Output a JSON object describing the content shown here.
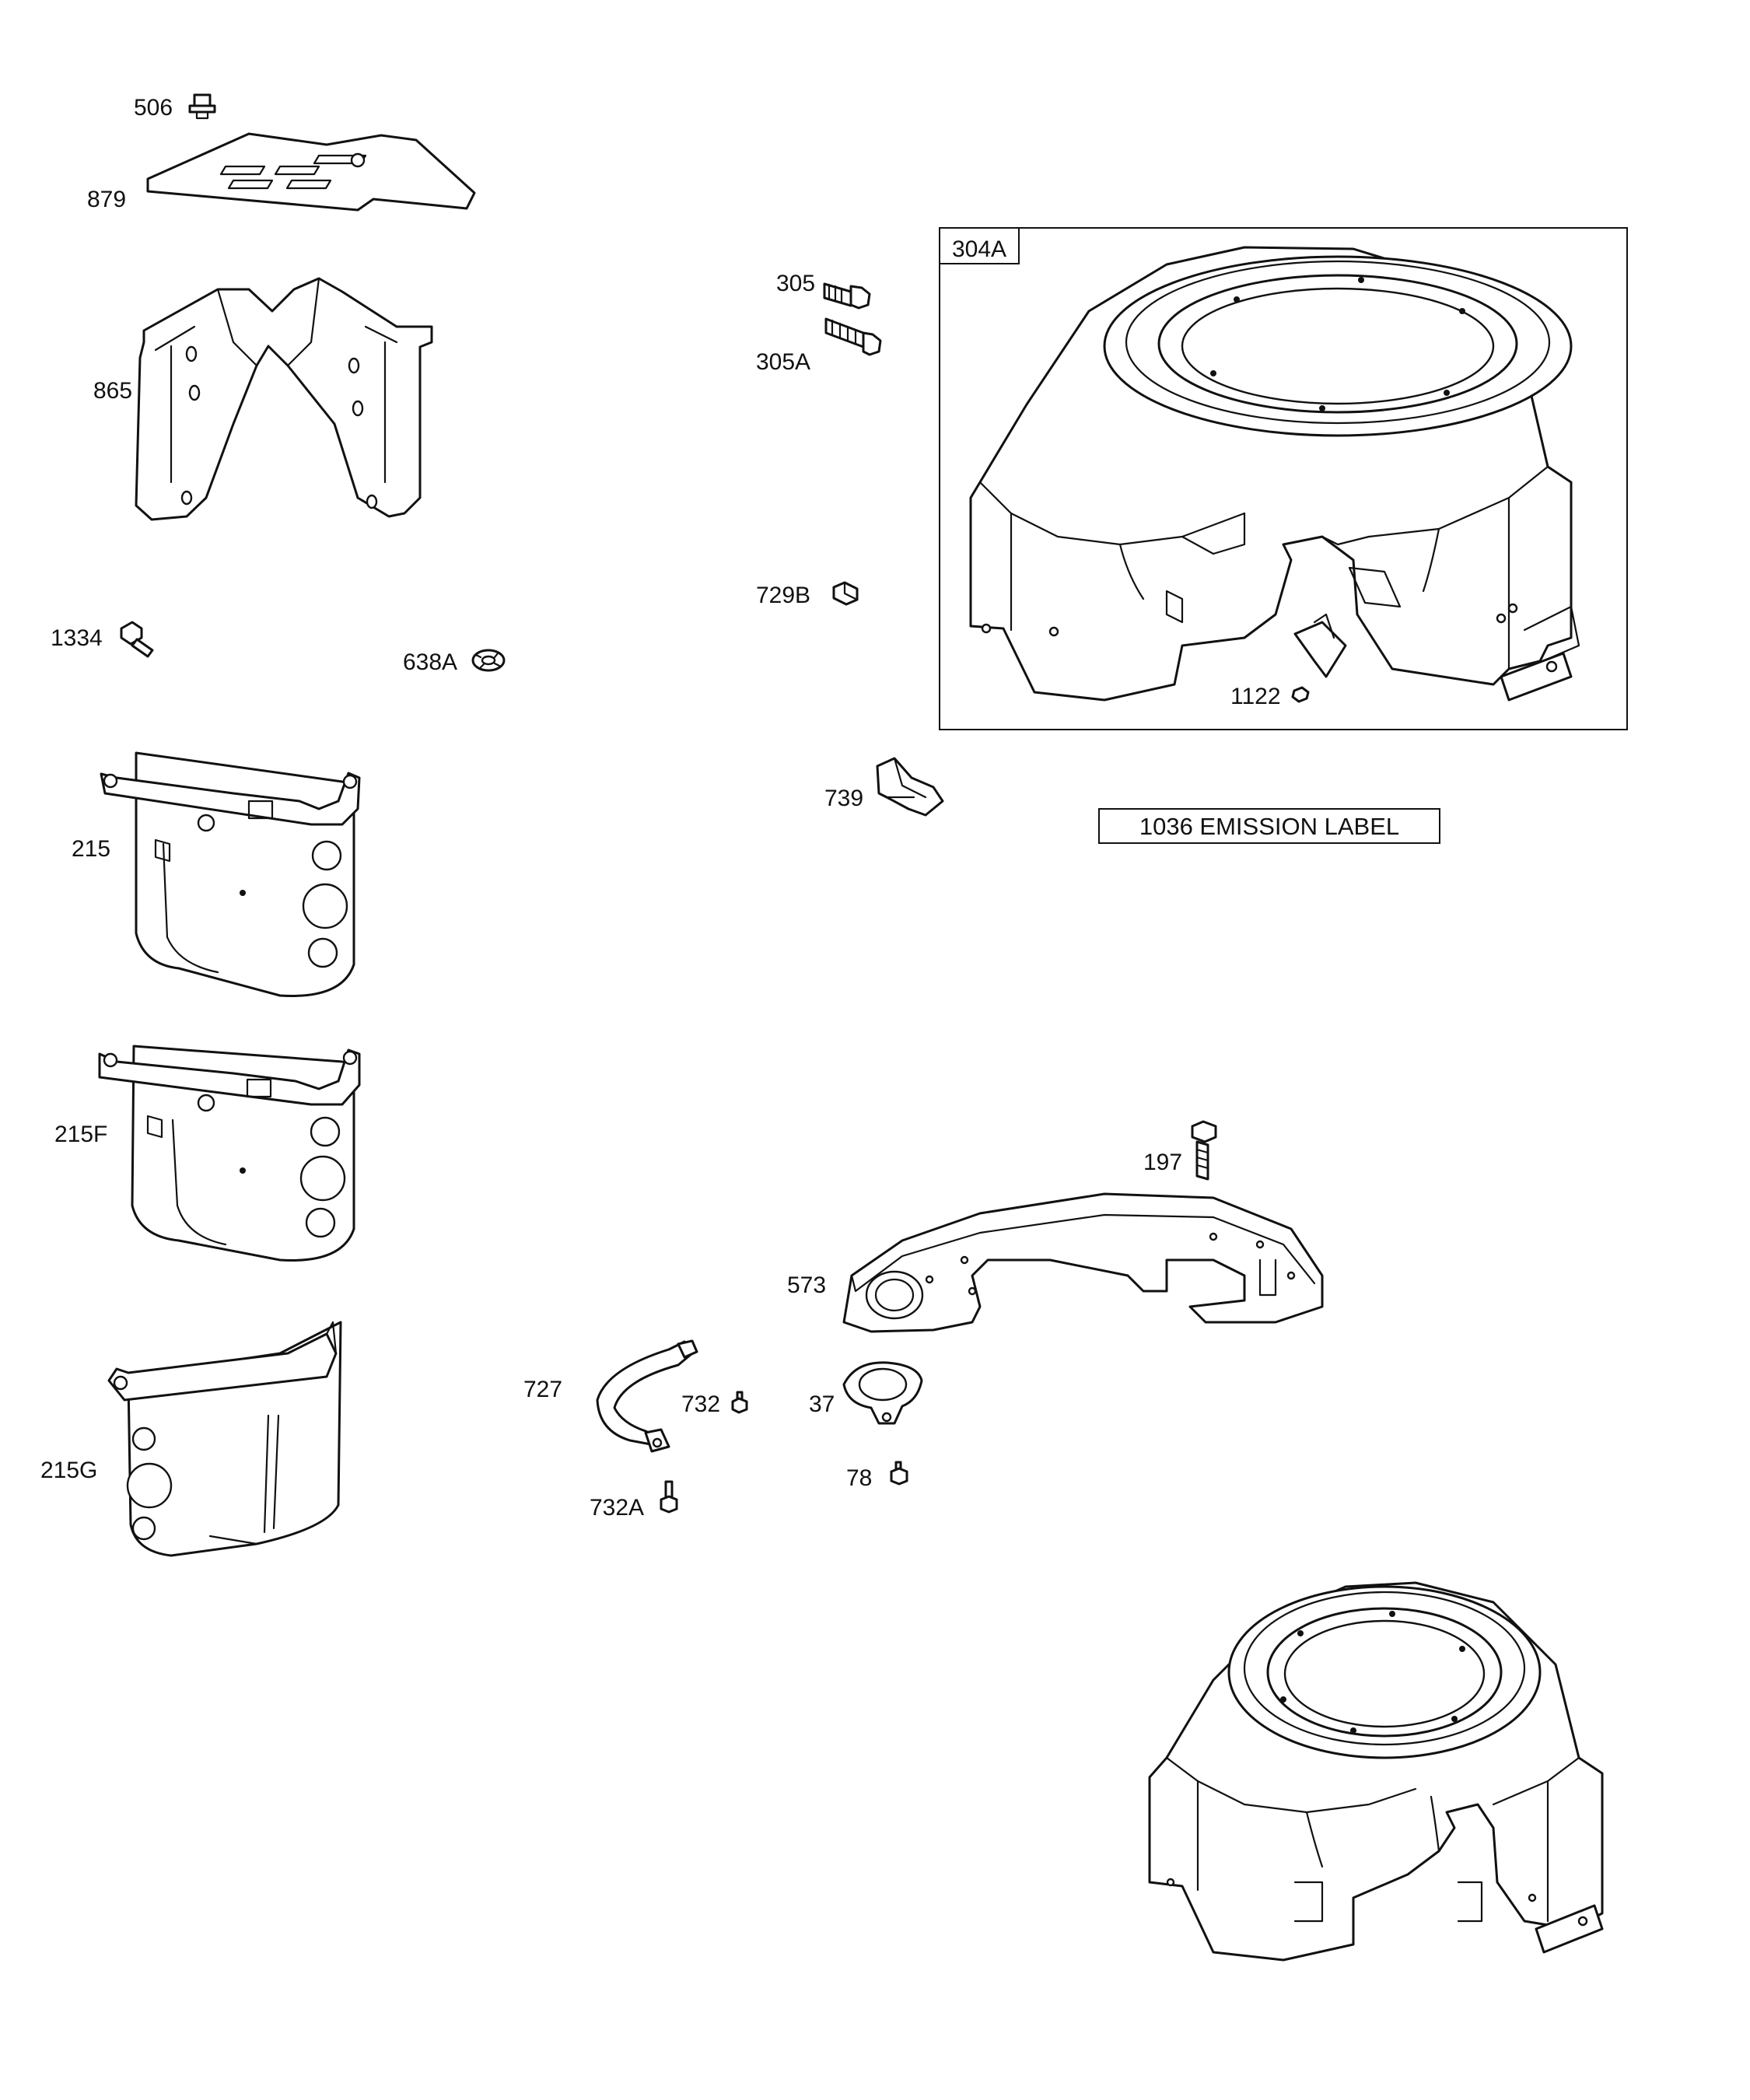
{
  "callouts": {
    "p506": "506",
    "p879": "879",
    "p865": "865",
    "p1334": "1334",
    "p638A": "638A",
    "p215": "215",
    "p215F": "215F",
    "p215G": "215G",
    "p305": "305",
    "p305A": "305A",
    "p729B": "729B",
    "p304A": "304A",
    "p1122": "1122",
    "p739": "739",
    "p197": "197",
    "p573": "573",
    "p727": "727",
    "p732": "732",
    "p37": "37",
    "p732A": "732A",
    "p78": "78"
  },
  "emission_label": "1036 EMISSION LABEL"
}
